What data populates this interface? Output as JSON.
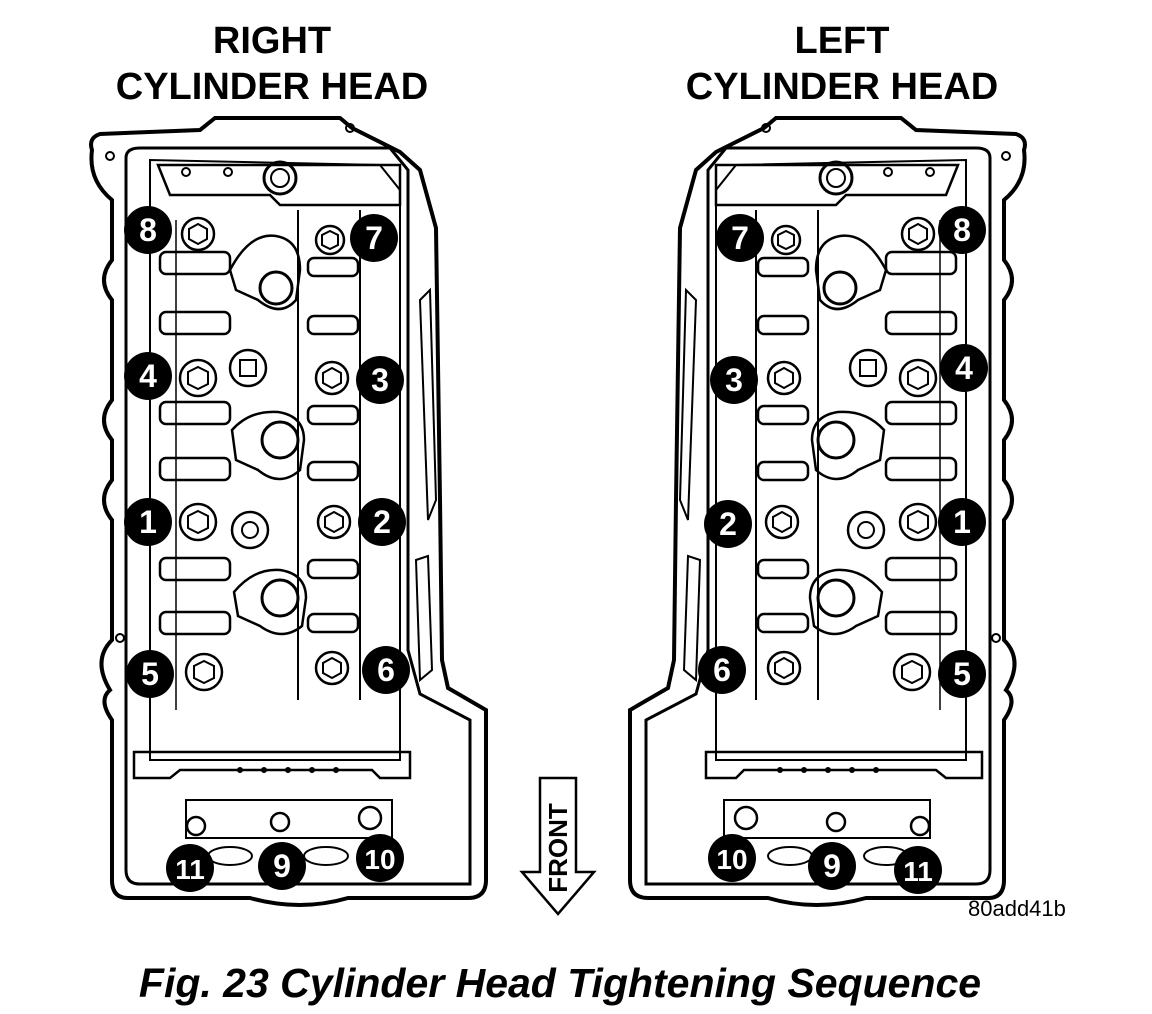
{
  "heads": [
    {
      "id": "right",
      "title_line1": "RIGHT",
      "title_line2": "CYLINDER HEAD",
      "bolts": [
        "8",
        "7",
        "4",
        "3",
        "1",
        "2",
        "5",
        "6",
        "11",
        "9",
        "10"
      ]
    },
    {
      "id": "left",
      "title_line1": "LEFT",
      "title_line2": "CYLINDER HEAD",
      "bolts": [
        "7",
        "8",
        "3",
        "4",
        "2",
        "1",
        "6",
        "5",
        "10",
        "9",
        "11"
      ]
    }
  ],
  "arrow_label": "FRONT",
  "ref_code": "80add41b",
  "caption": "Fig. 23 Cylinder Head Tightening Sequence"
}
